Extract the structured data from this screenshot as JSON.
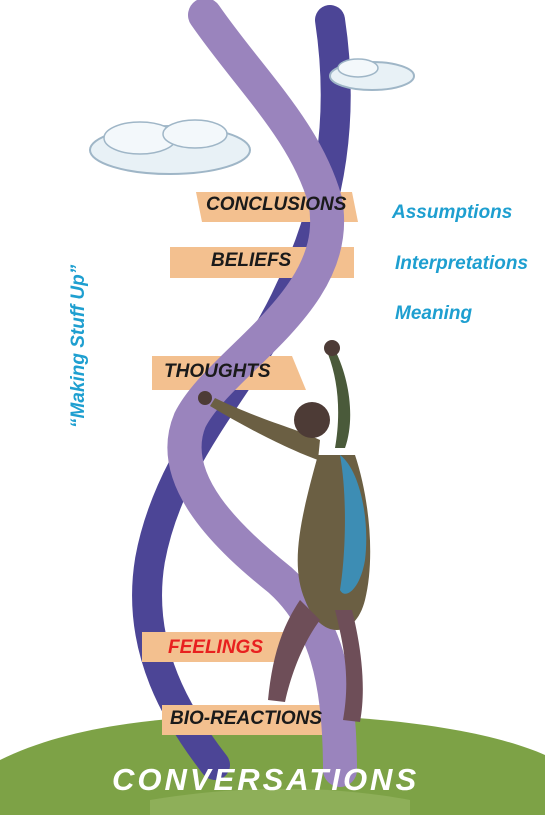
{
  "diagram": {
    "rungs": [
      {
        "label": "CONCLUSIONS",
        "color": "#1a1a1a"
      },
      {
        "label": "BELIEFS",
        "color": "#1a1a1a"
      },
      {
        "label": "THOUGHTS",
        "color": "#1a1a1a"
      },
      {
        "label": "FEELINGS",
        "color": "#e8201f"
      },
      {
        "label": "BIO-REACTIONS",
        "color": "#1a1a1a"
      }
    ],
    "side_labels": [
      "Assumptions",
      "Interpretations",
      "Meaning"
    ],
    "vertical_label": "“Making Stuff Up”",
    "footer": "CONVERSATIONS",
    "colors": {
      "accent_text": "#1e9fd0",
      "strand_light": "#9a84bd",
      "strand_dark": "#4c4596",
      "rung": "#f3c08f",
      "ground": "#7da246"
    }
  }
}
